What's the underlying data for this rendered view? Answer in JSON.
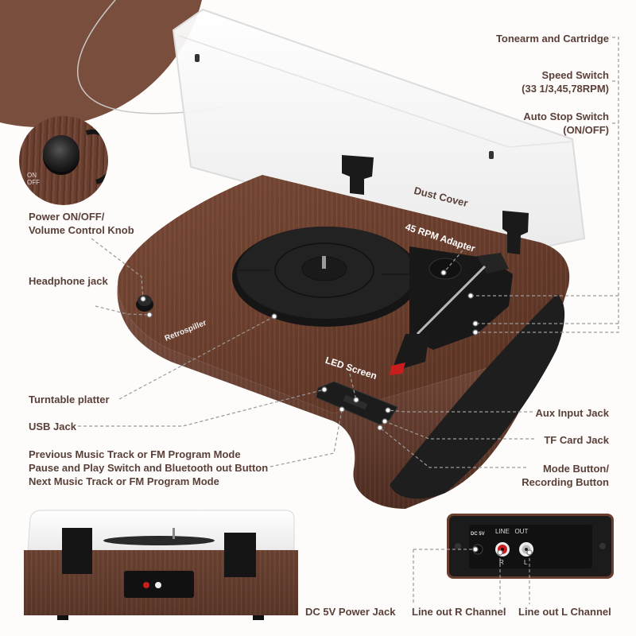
{
  "diagram": {
    "subject": "Vinyl record player (turntable) with built-in speakers",
    "colors": {
      "label_text": "#5a4038",
      "wood": "#6b3f2e",
      "accent_blob": "#7a4e3d",
      "plastic_black": "#1c1c1c",
      "callout_line": "#8a8a8a",
      "background": "#fdfcfb"
    },
    "inset_knob": {
      "on_label": "ON",
      "off_label": "OFF"
    },
    "on_product_labels": {
      "dust_cover": "Dust Cover",
      "adapter_45": "45 RPM Adapter",
      "led_screen": "LED Screen",
      "brand": "Retrospiller"
    },
    "callouts_left": [
      {
        "id": "power-knob",
        "lines": [
          "Power ON/OFF/",
          "Volume Control Knob"
        ]
      },
      {
        "id": "headphone-jack",
        "lines": [
          "Headphone jack"
        ]
      },
      {
        "id": "turntable-platter",
        "lines": [
          "Turntable platter"
        ]
      },
      {
        "id": "usb-jack",
        "lines": [
          "USB Jack"
        ]
      },
      {
        "id": "track-buttons",
        "lines": [
          "Previous Music Track or FM Program Mode",
          "Pause and Play Switch and Bluetooth out Button",
          "Next Music Track or FM Program Mode"
        ]
      }
    ],
    "callouts_right": [
      {
        "id": "tonearm",
        "lines": [
          "Tonearm and Cartridge"
        ]
      },
      {
        "id": "speed-switch",
        "lines": [
          "Speed Switch",
          "(33 1/3,45,78RPM)"
        ]
      },
      {
        "id": "auto-stop",
        "lines": [
          "Auto Stop Switch",
          "(ON/OFF)"
        ]
      },
      {
        "id": "aux-input",
        "lines": [
          "Aux Input Jack"
        ]
      },
      {
        "id": "tf-card",
        "lines": [
          "TF Card Jack"
        ]
      },
      {
        "id": "mode-button",
        "lines": [
          "Mode Button/",
          "Recording Button"
        ]
      }
    ],
    "rear_panel": {
      "dc_label": "DC 5V",
      "line_out_label": "LINE   OUT",
      "r_label": "R",
      "l_label": "L"
    },
    "callouts_bottom": [
      {
        "id": "dc-power",
        "lines": [
          "DC 5V Power Jack"
        ]
      },
      {
        "id": "line-out-r",
        "lines": [
          "Line out R Channel"
        ]
      },
      {
        "id": "line-out-l",
        "lines": [
          "Line out L Channel"
        ]
      }
    ]
  }
}
